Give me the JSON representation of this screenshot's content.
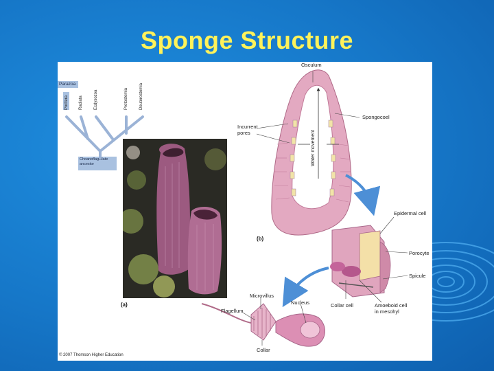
{
  "slide": {
    "title": "Sponge Structure"
  },
  "cladogram": {
    "group": "Parazoa",
    "taxa": [
      "Porifera",
      "Radiata",
      "Protostomia",
      "Deuterostomia"
    ],
    "taxon_extra": "Ecdysozoa",
    "root_note": "Choanoflagellate ancestor"
  },
  "photo_label": "(a)",
  "sponge_labels": {
    "osculum": "Osculum",
    "spongocoel": "Spongocoel",
    "incurrent_pores": "Incurrent pores",
    "water_movement": "Water movement",
    "epidermal_cell": "Epidermal cell",
    "porocyte": "Porocyte",
    "spicule": "Spicule",
    "collar_cell": "Collar cell",
    "amoeboid_cell": "Amoeboid cell in mesohyl",
    "part_b": "(b)"
  },
  "collar_cell_labels": {
    "microvillus": "Microvillus",
    "nucleus": "Nucleus",
    "flagellum": "Flagellum",
    "collar": "Collar"
  },
  "copyright": "© 2007 Thomson Higher Education",
  "colors": {
    "background": "#1677c8",
    "title": "#fff25a",
    "sponge_pink": "#d98fb0",
    "sponge_dark": "#b2617f",
    "label_box": "#a9c1e0",
    "arrow_blue": "#4d8fd6"
  }
}
